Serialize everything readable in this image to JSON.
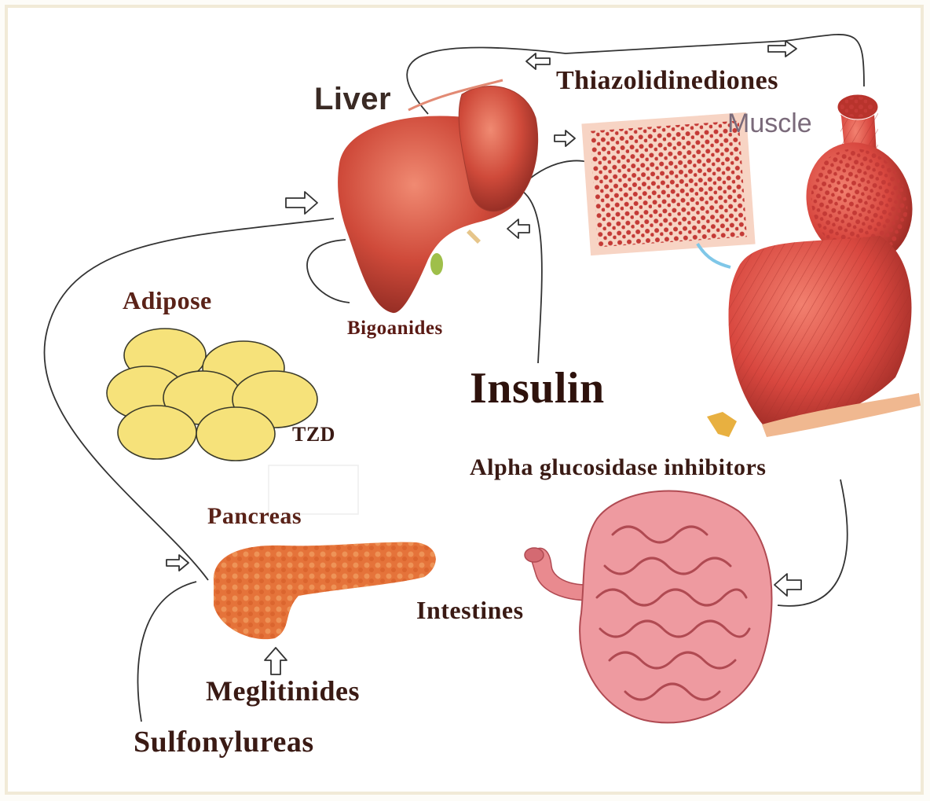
{
  "labels": {
    "liver": "Liver",
    "thiazolidinediones": "Thiazolidinediones",
    "muscle": "Muscle",
    "adipose": "Adipose",
    "bigoanides": "Bigoanides",
    "insulin": "Insulin",
    "tzd": "TZD",
    "alpha_glucosidase_inhibitors": "Alpha glucosidase inhibitors",
    "pancreas": "Pancreas",
    "intestines": "Intestines",
    "meglitinides": "Meglitinides",
    "sulfonylureas": "Sulfonylureas"
  },
  "colors": {
    "liver": "#c9463a",
    "muscle": "#d8473f",
    "adipose_fill": "#f6e27a",
    "pancreas": "#e5733a",
    "intestines": "#e98a8f",
    "connector": "#333333"
  }
}
